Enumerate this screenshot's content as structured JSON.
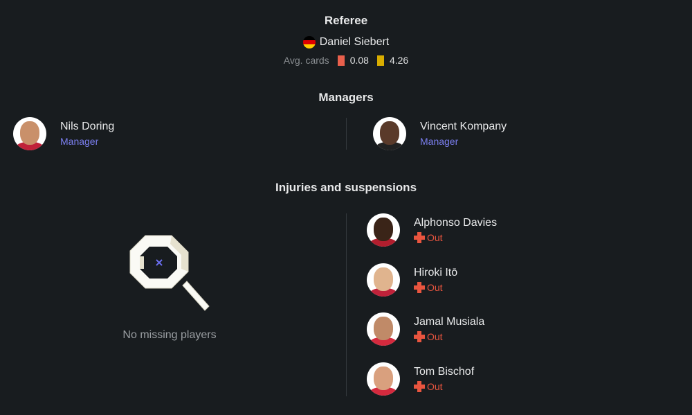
{
  "referee": {
    "heading": "Referee",
    "name": "Daniel Siebert",
    "avg_label": "Avg. cards",
    "red": "0.08",
    "yellow": "4.26"
  },
  "managers": {
    "heading": "Managers",
    "items": [
      {
        "name": "Nils Doring",
        "role": "Manager"
      },
      {
        "name": "Vincent Kompany",
        "role": "Manager"
      }
    ]
  },
  "injuries": {
    "heading": "Injuries and suspensions",
    "empty_text": "No missing players",
    "players": [
      {
        "name": "Alphonso Davies",
        "status": "Out"
      },
      {
        "name": "Hiroki Itō",
        "status": "Out"
      },
      {
        "name": "Jamal Musiala",
        "status": "Out"
      },
      {
        "name": "Tom Bischof",
        "status": "Out"
      }
    ]
  },
  "colors": {
    "red_card": "#e9604c",
    "yellow_card": "#d9ad00",
    "accent": "#7b7ff0",
    "out": "#e9553f"
  }
}
